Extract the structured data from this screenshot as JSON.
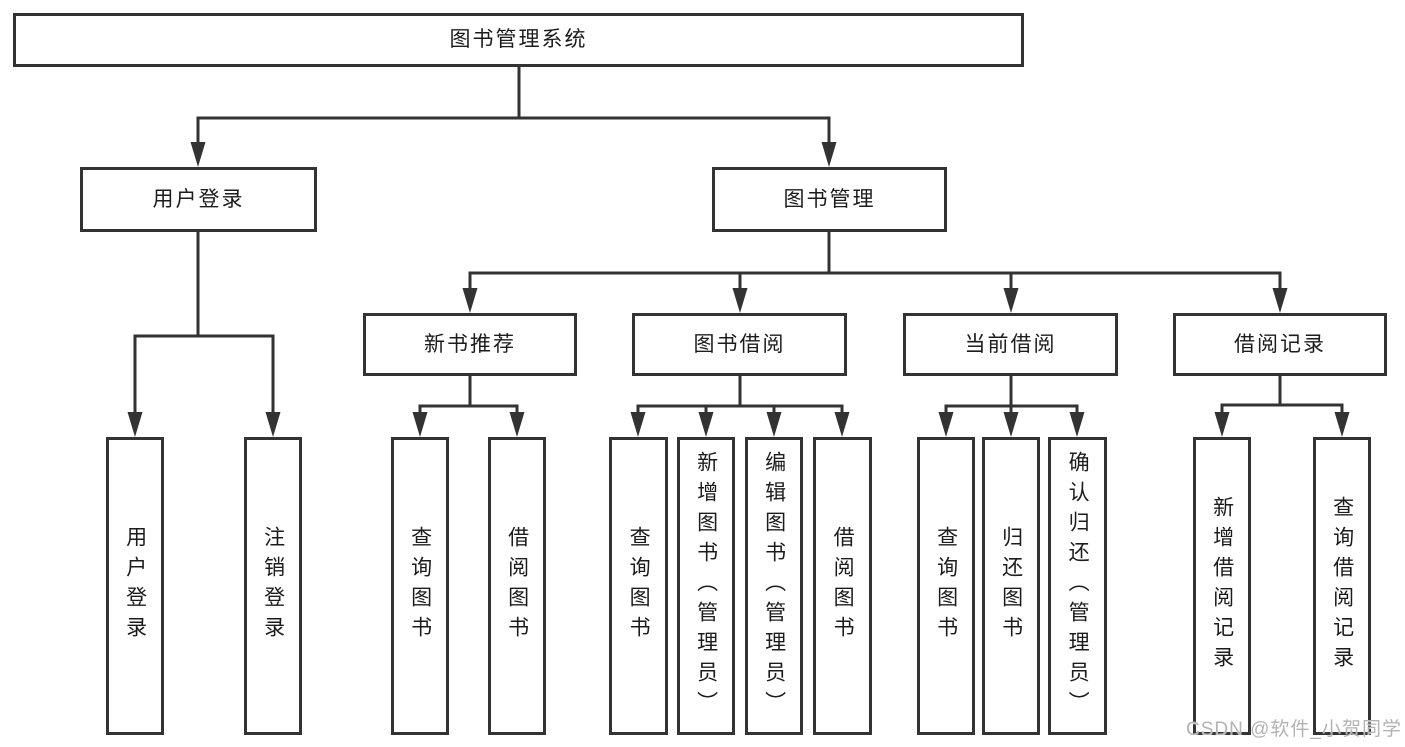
{
  "nodes": [
    {
      "id": "system",
      "label": "图书管理系统"
    },
    {
      "id": "user-login",
      "label": "用户登录"
    },
    {
      "id": "book-management",
      "label": "图书管理"
    },
    {
      "id": "new-book-recommend",
      "label": "新书推荐"
    },
    {
      "id": "book-borrowing",
      "label": "图书借阅"
    },
    {
      "id": "current-borrowing",
      "label": "当前借阅"
    },
    {
      "id": "borrowing-records",
      "label": "借阅记录"
    },
    {
      "id": "user-login-leaf",
      "label": "用户登录"
    },
    {
      "id": "logout-leaf",
      "label": "注销登录"
    },
    {
      "id": "query-books-recommend",
      "label": "查询图书"
    },
    {
      "id": "borrow-books-recommend",
      "label": "借阅图书"
    },
    {
      "id": "query-books-borrowing",
      "label": "查询图书"
    },
    {
      "id": "add-book-admin",
      "label": "新增图书（管理员）"
    },
    {
      "id": "edit-book-admin",
      "label": "编辑图书（管理员）"
    },
    {
      "id": "borrow-books-leaf",
      "label": "借阅图书"
    },
    {
      "id": "query-books-current",
      "label": "查询图书"
    },
    {
      "id": "return-books",
      "label": "归还图书"
    },
    {
      "id": "confirm-return-admin",
      "label": "确认归还（管理员）"
    },
    {
      "id": "add-borrow-record",
      "label": "新增借阅记录"
    },
    {
      "id": "query-borrow-record",
      "label": "查询借阅记录"
    }
  ],
  "watermark": "CSDN @软件_小贺同学",
  "colors": {
    "line": "#333333",
    "text": "#1c1c1c",
    "watermark": "#b3b3b3",
    "background": "#ffffff"
  }
}
